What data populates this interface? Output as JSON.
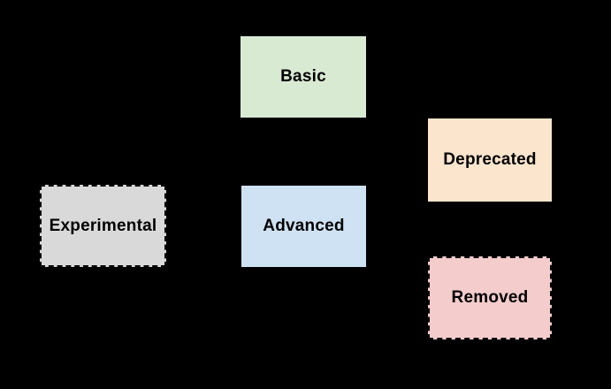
{
  "canvas": {
    "background": "#000000",
    "text_color": "#000000",
    "dashed_border_color": "#000000"
  },
  "nodes": [
    {
      "id": "basic",
      "label": "Basic",
      "fill": "#d9ead3",
      "border_style": "none"
    },
    {
      "id": "deprecated",
      "label": "Deprecated",
      "fill": "#fce5cd",
      "border_style": "none"
    },
    {
      "id": "experimental",
      "label": "Experimental",
      "fill": "#d9d9d9",
      "border_style": "dashed"
    },
    {
      "id": "advanced",
      "label": "Advanced",
      "fill": "#cfe2f3",
      "border_style": "none"
    },
    {
      "id": "removed",
      "label": "Removed",
      "fill": "#f4cccc",
      "border_style": "dashed"
    }
  ]
}
